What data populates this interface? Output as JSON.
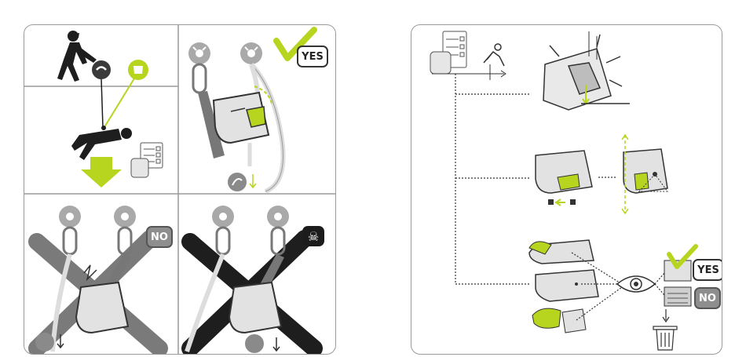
{
  "left_panel": {
    "cells": [
      {
        "id": "fall-test"
      },
      {
        "id": "yes-rope-position",
        "badge": "YES"
      },
      {
        "id": "no-rope-position",
        "badge": "NO"
      },
      {
        "id": "danger-rope-position",
        "badge": "☠"
      }
    ]
  },
  "right_panel": {
    "checks": [
      "visual-impact-check",
      "cam-lock-check",
      "wear-inspection"
    ],
    "badges": {
      "yes": "YES",
      "no": "NO"
    }
  },
  "colors": {
    "accent": "#b7d51f",
    "gray": "#8a8a8a",
    "dark": "#1e1e1e",
    "border": "#9a9a9a"
  }
}
